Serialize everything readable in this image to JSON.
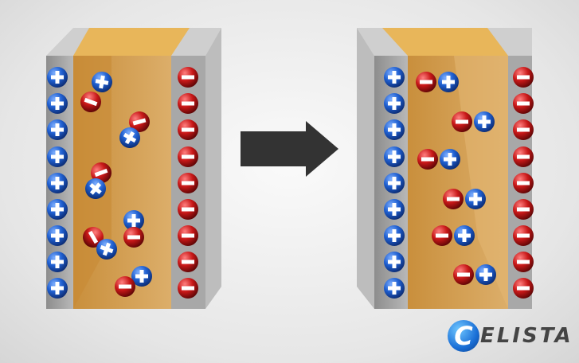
{
  "diagram": {
    "before_label": "",
    "symbols": {
      "positive": "+",
      "negative": "−"
    },
    "colors": {
      "positive": "#1f5fd0",
      "negative": "#c81818",
      "plate": "#9a9a9a",
      "dielectric": "#d9a24c",
      "arrow": "#333333"
    }
  },
  "logo": {
    "initial": "C",
    "rest": "ELISTA",
    "text": "CELISTA"
  }
}
